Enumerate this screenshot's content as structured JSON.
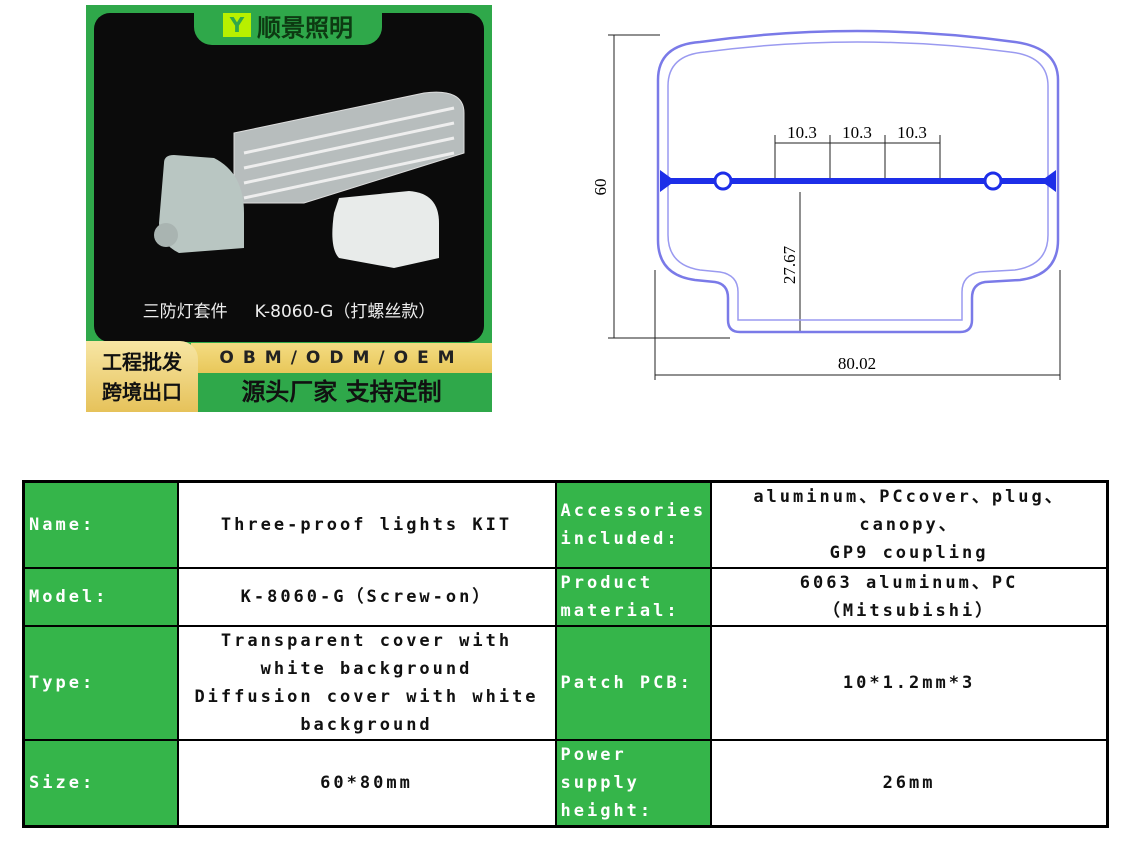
{
  "photo": {
    "brand": "顺景照明",
    "logo": "Y",
    "caption": "三防灯套件     K-8060-G（打螺丝款）",
    "left_badge": [
      "工程批发",
      "跨境出口"
    ],
    "banner_top": "OBM/ODM/OEM",
    "banner_bottom": "源头厂家 支持定制"
  },
  "drawing": {
    "height_label": "60",
    "width_label": "80.02",
    "pitch_labels": [
      "10.3",
      "10.3",
      "10.3"
    ],
    "rail_height_label": "27.67"
  },
  "specs": [
    {
      "k1": "Name:",
      "v1": "Three-proof lights KIT",
      "k2": "Accessories included:",
      "v2": "aluminum、PCcover、plug、\ncanopy、\nGP9 coupling"
    },
    {
      "k1": "Model:",
      "v1": "K-8060-G（Screw-on）",
      "k2": "Product material:",
      "v2": "6063 aluminum、PC\n（Mitsubishi）"
    },
    {
      "k1": "Type:",
      "v1": "Transparent cover with\nwhite background\nDiffusion cover with white\nbackground",
      "k2": "Patch PCB:",
      "v2": "10*1.2mm*3"
    },
    {
      "k1": "Size:",
      "v1": "60*80mm",
      "k2": "Power supply height:",
      "v2": "26mm"
    }
  ]
}
